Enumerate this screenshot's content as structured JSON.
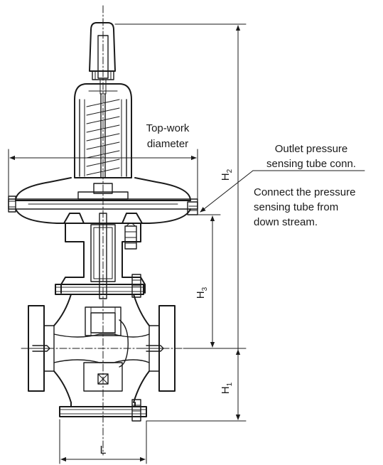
{
  "labels": {
    "top_work_diameter": [
      "Top-work",
      "diameter"
    ],
    "outlet_conn": [
      "Outlet pressure",
      "sensing tube conn."
    ],
    "connect_note": [
      "Connect the pressure",
      "sensing tube from",
      "down stream."
    ],
    "h1": "H",
    "h1_sub": "1",
    "h2": "H",
    "h2_sub": "2",
    "h3": "H",
    "h3_sub": "3",
    "l": "L"
  },
  "colors": {
    "ink": "#1a1a1a",
    "background": "#ffffff"
  }
}
